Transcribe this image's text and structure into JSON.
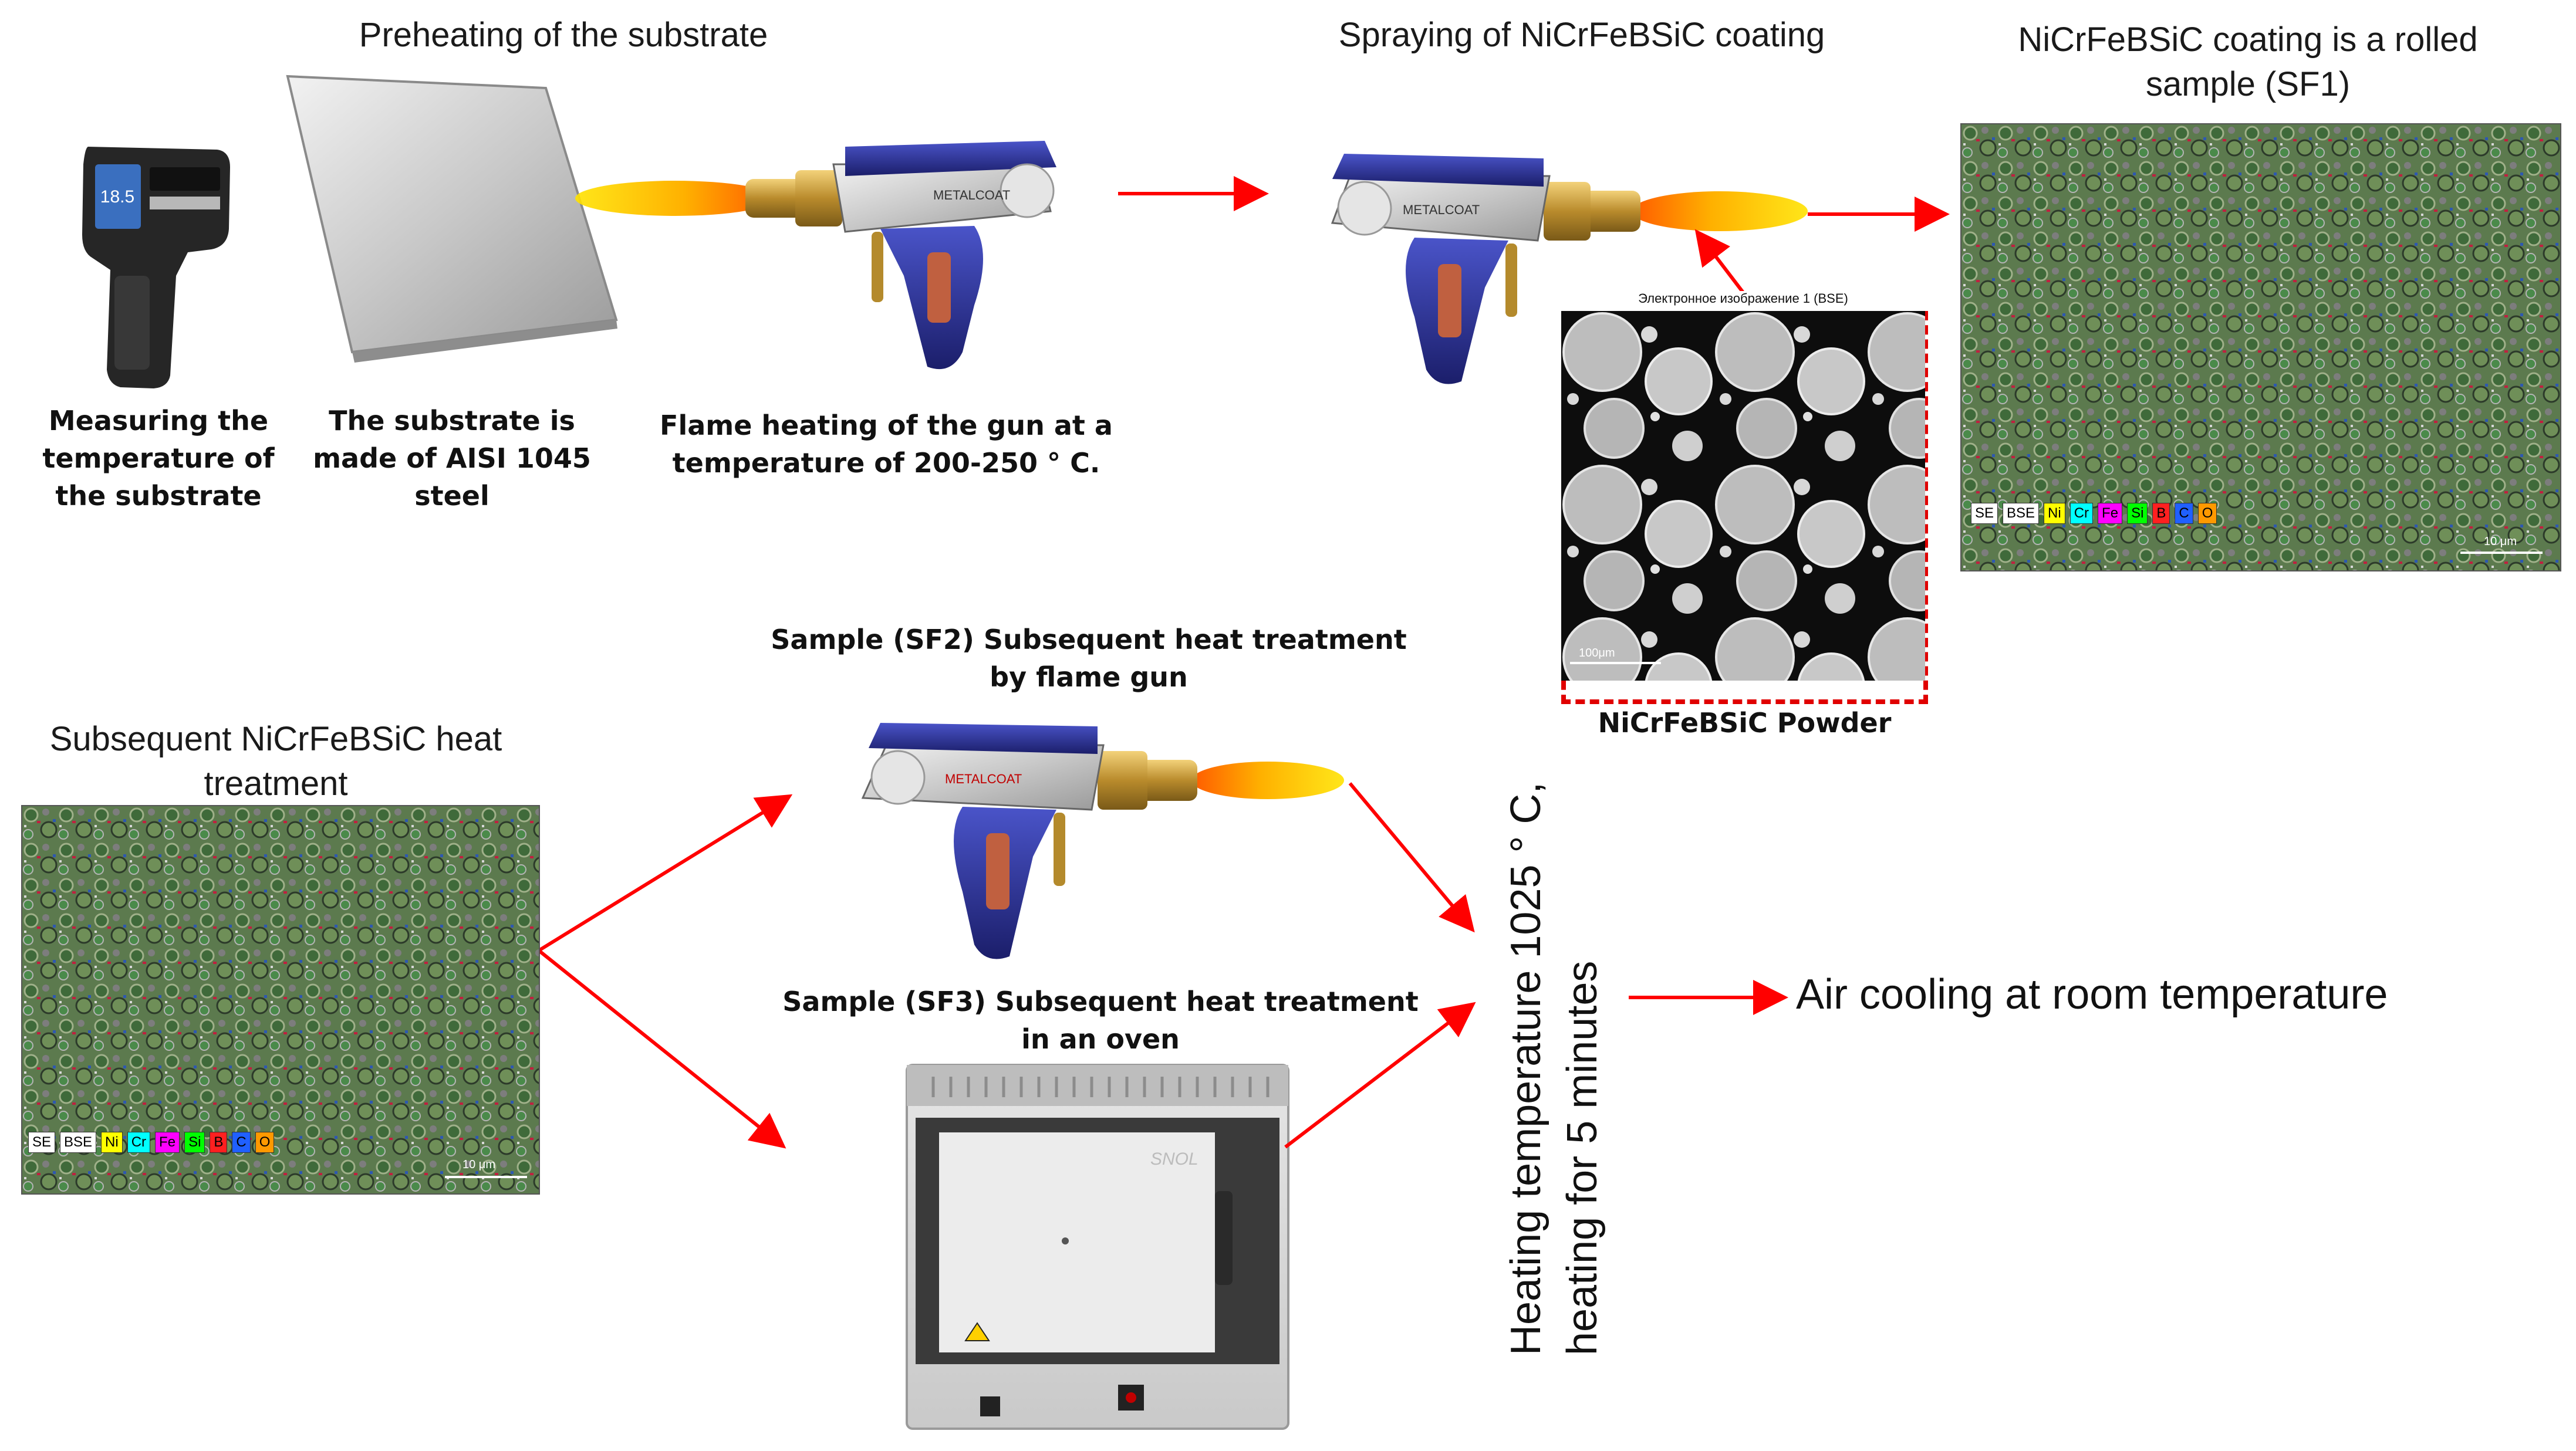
{
  "top": {
    "preheating_title": "Preheating of the substrate",
    "spraying_title": "Spraying of NiCrFeBSiC coating",
    "rolled_title_line1": "NiCrFeBSiC coating is a rolled",
    "rolled_title_line2": "sample (SF1)"
  },
  "captions": {
    "measure_l1": "Measuring the",
    "measure_l2": "temperature of",
    "measure_l3": "the substrate",
    "substrate_l1": "The substrate is",
    "substrate_l2": "made of AISI 1045",
    "substrate_l3": "steel",
    "flame_l1": "Flame heating of the gun at a",
    "flame_l2": "temperature of 200-250 ° C.",
    "powder": "NiCrFeBSiC Powder",
    "sem_header": "Электронное изображение 1 (BSE)",
    "sem_scale": "100μm",
    "sf2_l1": "Sample (SF2) Subsequent heat treatment",
    "sf2_l2": "by flame gun",
    "sf3_l1": "Sample (SF3) Subsequent heat treatment",
    "sf3_l2": "in an oven"
  },
  "left": {
    "subsequent_l1": "Subsequent NiCrFeBSiC heat",
    "subsequent_l2": "treatment"
  },
  "vertical": {
    "line1": "Heating temperature 1025 ° C,",
    "line2": "heating for 5 minutes"
  },
  "air_cooling": "Air cooling at room temperature",
  "legend": [
    "SE",
    "BSE",
    "Ni",
    "Cr",
    "Fe",
    "Si",
    "B",
    "C",
    "O"
  ],
  "legend_colors": [
    "#ffffff",
    "#ffffff",
    "#ffff00",
    "#00ffff",
    "#ff00ff",
    "#00ff00",
    "#ff2020",
    "#2060ff",
    "#ff9900"
  ],
  "map_scale": "10 μm",
  "gun_logo": "METALCOAT",
  "oven_brand": "SNOL",
  "colors": {
    "arrow": "#ff0000",
    "dash_border": "#e00000",
    "flame_core": "#ff7a00",
    "flame_edge": "#ffe300",
    "gun_body": "#2b2f8f"
  }
}
